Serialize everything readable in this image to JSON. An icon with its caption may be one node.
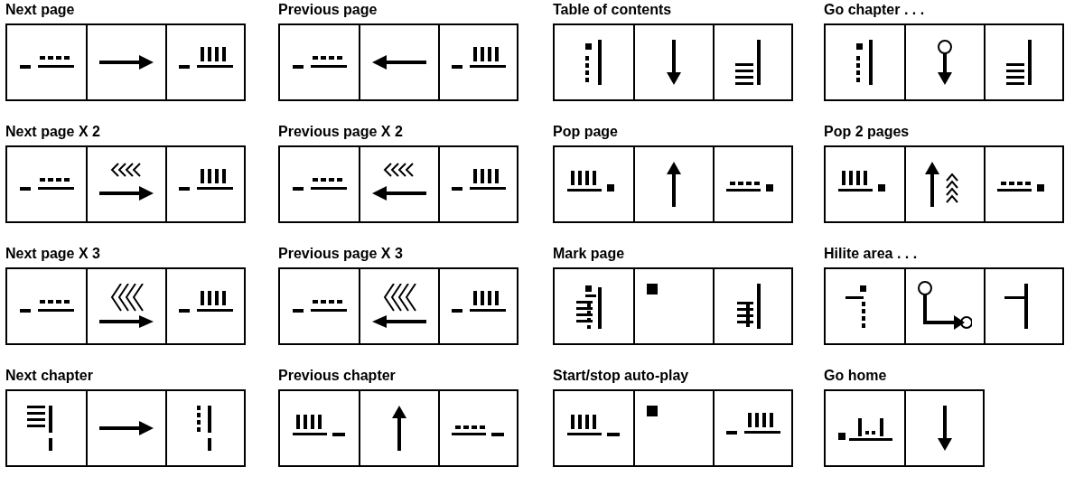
{
  "diagram": {
    "nodes": [
      {
        "text": [
          "Next page"
        ]
      },
      {
        "text": [
          "Previous page"
        ]
      },
      {
        "text": [
          "Table of contents"
        ]
      },
      {
        "text": [
          "Go chapter . . ."
        ]
      },
      {
        "text": [
          "Next page X 2"
        ]
      },
      {
        "text": [
          "Previous page X 2"
        ]
      },
      {
        "text": [
          "Pop page"
        ]
      },
      {
        "text": [
          "Pop 2 pages"
        ]
      },
      {
        "text": [
          "Next page X 3"
        ]
      },
      {
        "text": [
          "Previous page X 3"
        ]
      },
      {
        "text": [
          "Mark page"
        ]
      },
      {
        "text": [
          "Hilite area . . ."
        ]
      },
      {
        "text": [
          "Next chapter"
        ]
      },
      {
        "text": [
          "Previous chapter"
        ]
      },
      {
        "text": [
          "Start/stop auto-play"
        ]
      },
      {
        "text": [
          "Go home"
        ]
      }
    ]
  }
}
